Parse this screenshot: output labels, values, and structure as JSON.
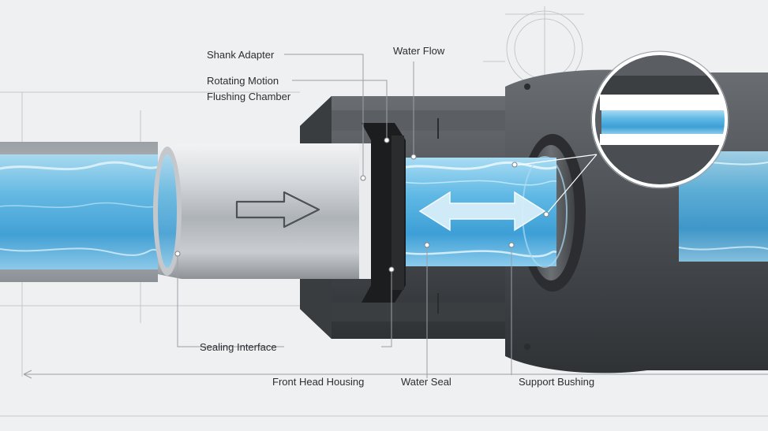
{
  "diagram": {
    "labels": {
      "shank_adapter": "Shank Adapter",
      "rotating_motion": "Rotating Motion",
      "flushing_chamber": "Flushing Chamber",
      "water_flow": "Water Flow",
      "sealing_interface": "Sealing Interface",
      "front_head_housing": "Front Head Housing",
      "water_seal": "Water Seal",
      "support_bushing": "Support Bushing"
    },
    "colors": {
      "background": "#eef0f1",
      "housing": "#4a4d51",
      "shaft": "#bfc3c7",
      "water": "#5fb8e4",
      "seal": "#1c1d1f",
      "leader_line": "#9aa0a6"
    },
    "icons": [
      "flow-arrow-icon",
      "bidirectional-arrow-icon"
    ]
  }
}
